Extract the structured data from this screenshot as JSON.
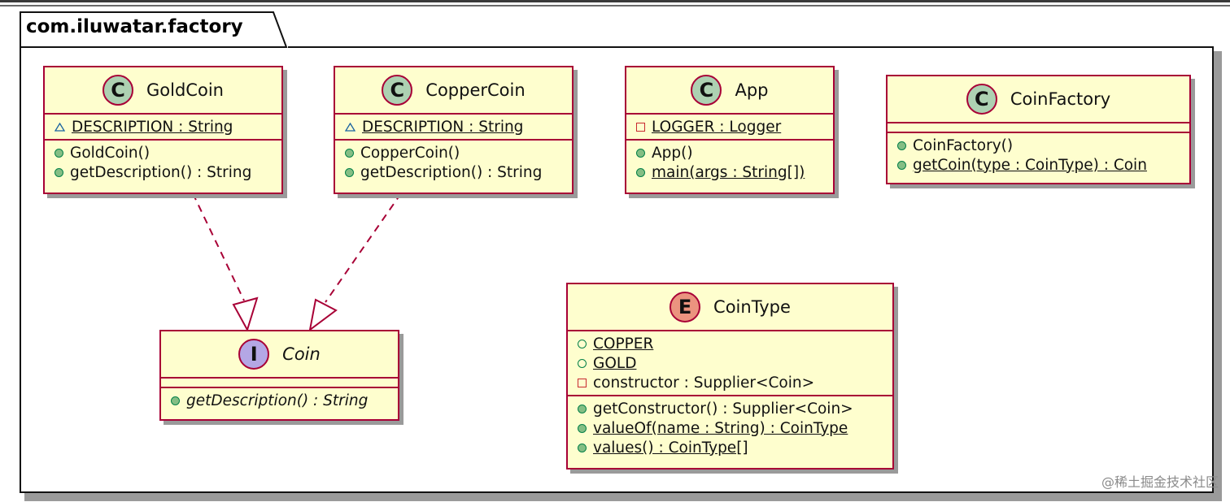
{
  "package": {
    "name": "com.iluwatar.factory"
  },
  "classes": {
    "goldcoin": {
      "stereotype": "C",
      "name": "GoldCoin",
      "fields": [
        {
          "visibility": "package",
          "text": "DESCRIPTION : String",
          "static": true
        }
      ],
      "methods": [
        {
          "visibility": "public",
          "text": "GoldCoin()"
        },
        {
          "visibility": "public",
          "text": "getDescription() : String"
        }
      ]
    },
    "coppercoin": {
      "stereotype": "C",
      "name": "CopperCoin",
      "fields": [
        {
          "visibility": "package",
          "text": "DESCRIPTION : String",
          "static": true
        }
      ],
      "methods": [
        {
          "visibility": "public",
          "text": "CopperCoin()"
        },
        {
          "visibility": "public",
          "text": "getDescription() : String"
        }
      ]
    },
    "app": {
      "stereotype": "C",
      "name": "App",
      "fields": [
        {
          "visibility": "private",
          "text": "LOGGER : Logger",
          "static": true
        }
      ],
      "methods": [
        {
          "visibility": "public",
          "text": "App()"
        },
        {
          "visibility": "public",
          "text": "main(args : String[])",
          "static": true
        }
      ]
    },
    "coinfactory": {
      "stereotype": "C",
      "name": "CoinFactory",
      "methods": [
        {
          "visibility": "public",
          "text": "CoinFactory()"
        },
        {
          "visibility": "public",
          "text": "getCoin(type : CoinType) : Coin",
          "static": true
        }
      ]
    },
    "coin": {
      "stereotype": "I",
      "name": "Coin",
      "methods": [
        {
          "visibility": "public",
          "text": "getDescription() : String",
          "abstract": true
        }
      ]
    },
    "cointype": {
      "stereotype": "E",
      "name": "CoinType",
      "fields": [
        {
          "visibility": "public",
          "text": "COPPER",
          "static": true
        },
        {
          "visibility": "public",
          "text": "GOLD",
          "static": true
        },
        {
          "visibility": "private",
          "text": "constructor : Supplier<Coin>"
        }
      ],
      "methods": [
        {
          "visibility": "public",
          "text": "getConstructor() : Supplier<Coin>"
        },
        {
          "visibility": "public",
          "text": "valueOf(name : String) : CoinType",
          "static": true
        },
        {
          "visibility": "public",
          "text": "values() : CoinType[]",
          "static": true
        }
      ]
    }
  },
  "relations": [
    {
      "from": "GoldCoin",
      "to": "Coin",
      "type": "realization"
    },
    {
      "from": "CopperCoin",
      "to": "Coin",
      "type": "realization"
    }
  ],
  "colors": {
    "class_fill": "#fefece",
    "class_border": "#a80036",
    "class_badge": "#add1b2",
    "enum_badge": "#eb937f",
    "interface_badge": "#b4a7e5",
    "public_icon": "#84be84",
    "private_icon": "#c82930",
    "package_icon": "#1963a0"
  },
  "watermark": "@稀土掘金技术社区"
}
